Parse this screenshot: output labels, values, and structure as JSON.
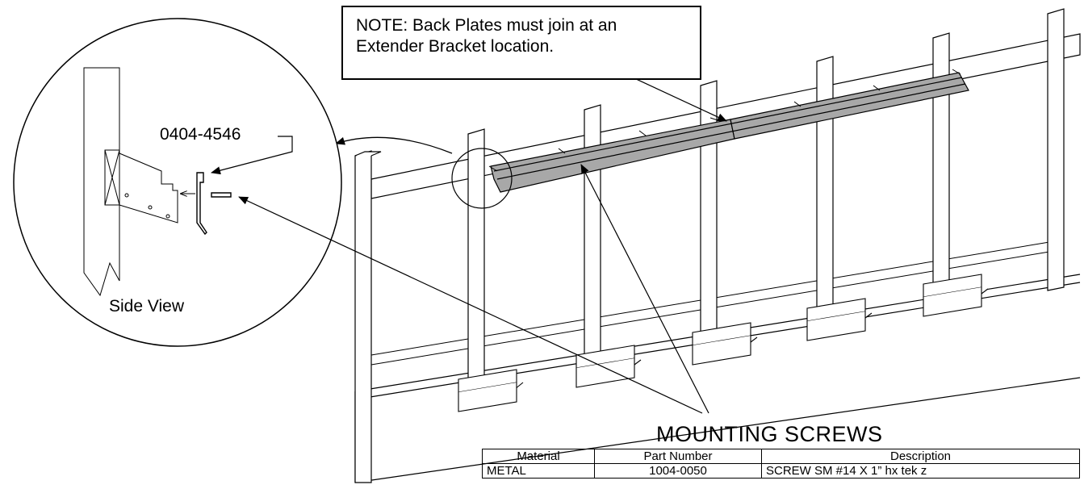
{
  "note": {
    "text": "NOTE: Back Plates must join at an\nExtender Bracket location."
  },
  "detail": {
    "part_number": "0404-4546",
    "caption": "Side View"
  },
  "screws_title": "MOUNTING SCREWS",
  "table": {
    "headers": [
      "Material",
      "Part Number",
      "Description"
    ],
    "rows": [
      [
        "METAL",
        "1004-0050",
        "SCREW SM #14 X 1” hx tek z"
      ]
    ]
  },
  "colors": {
    "back_plate_fill": "#a8a8a8",
    "line": "#000000",
    "background": "#ffffff"
  }
}
